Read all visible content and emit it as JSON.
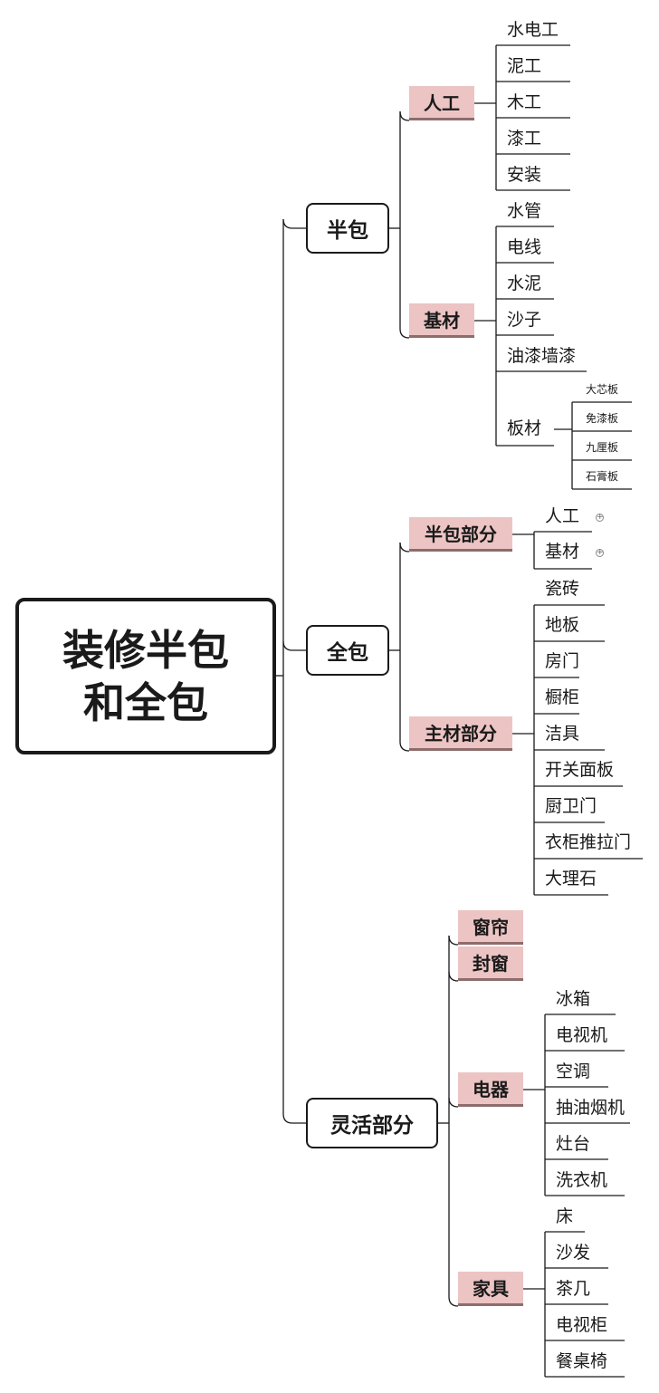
{
  "root": {
    "line1": "装修半包",
    "line2": "和全包"
  },
  "branches": [
    {
      "label": "半包",
      "groups": [
        {
          "label": "人工",
          "items": [
            "水电工",
            "泥工",
            "木工",
            "漆工",
            "安装"
          ]
        },
        {
          "label": "基材",
          "items": [
            "水管",
            "电线",
            "水泥",
            "沙子",
            "油漆墙漆",
            "板材"
          ],
          "sub": [
            "大芯板",
            "免漆板",
            "九厘板",
            "石膏板"
          ]
        }
      ]
    },
    {
      "label": "全包",
      "groups": [
        {
          "label": "半包部分",
          "items": [
            "人工",
            "基材"
          ]
        },
        {
          "label": "主材部分",
          "items": [
            "瓷砖",
            "地板",
            "房门",
            "橱柜",
            "洁具",
            "开关面板",
            "厨卫门",
            "衣柜推拉门",
            "大理石"
          ]
        }
      ]
    },
    {
      "label": "灵活部分",
      "groups": [
        {
          "label": "窗帘",
          "items": []
        },
        {
          "label": "封窗",
          "items": []
        },
        {
          "label": "电器",
          "items": [
            "冰箱",
            "电视机",
            "空调",
            "抽油烟机",
            "灶台",
            "洗衣机"
          ]
        },
        {
          "label": "家具",
          "items": [
            "床",
            "沙发",
            "茶几",
            "电视柜",
            "餐桌椅"
          ]
        }
      ]
    }
  ],
  "collapse_glyph": "+",
  "colors": {
    "line": "#1a1a1a",
    "group_fill": "#ecc4c4",
    "group_edge": "#8e6c6c"
  }
}
